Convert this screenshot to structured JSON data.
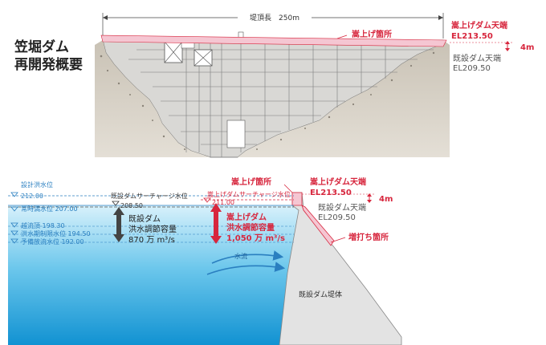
{
  "title": {
    "line1": "笠堀ダム",
    "line2": "再開発概要"
  },
  "top": {
    "crest_length": "堤頂長　250m",
    "raise_section": "嵩上げ箇所",
    "raised_crest_label": "嵩上げダム天端",
    "raised_crest_el": "EL213.50",
    "raise_height": "4m",
    "existing_crest_label": "既設ダム天端",
    "existing_crest_el": "EL209.50"
  },
  "bottom": {
    "design_flood_label": "設計洪水位",
    "design_flood_value": "212.00",
    "normal_full": "常時満水位 207.00",
    "existing_surcharge_label": "既設ダムサーチャージ水位",
    "existing_surcharge_value": "208.50",
    "raised_surcharge_label": "嵩上げダムサーチャージ水位",
    "raised_surcharge_value": "211.00",
    "overflow_crest": "越流頂 198.30",
    "flood_limit": "洪水期制限水位 194.50",
    "pre_release": "予備放流水位 192.00",
    "existing_capacity_l1": "既設ダム",
    "existing_capacity_l2": "洪水調節容量",
    "existing_capacity_l3": "870 万 m³/s",
    "raised_capacity_l1": "嵩上げダム",
    "raised_capacity_l2": "洪水調節容量",
    "raised_capacity_l3": "1,050 万 m³/s",
    "flow": "水流",
    "raise_section": "嵩上げ箇所",
    "raised_crest_label": "嵩上げダム天端",
    "raised_crest_el": "EL213.50",
    "raise_height": "4m",
    "existing_crest_label": "既設ダム天端",
    "existing_crest_el": "EL209.50",
    "concrete_add": "増打ち箇所",
    "dam_body": "既設ダム堤体"
  },
  "colors": {
    "accent_red": "#d7263d",
    "pink_band": "#f5c6d2",
    "water_top": "#bfe6f6",
    "water_deep": "#1d9fd8",
    "line_blue": "#2a7fc0",
    "gray_text": "#555555"
  }
}
